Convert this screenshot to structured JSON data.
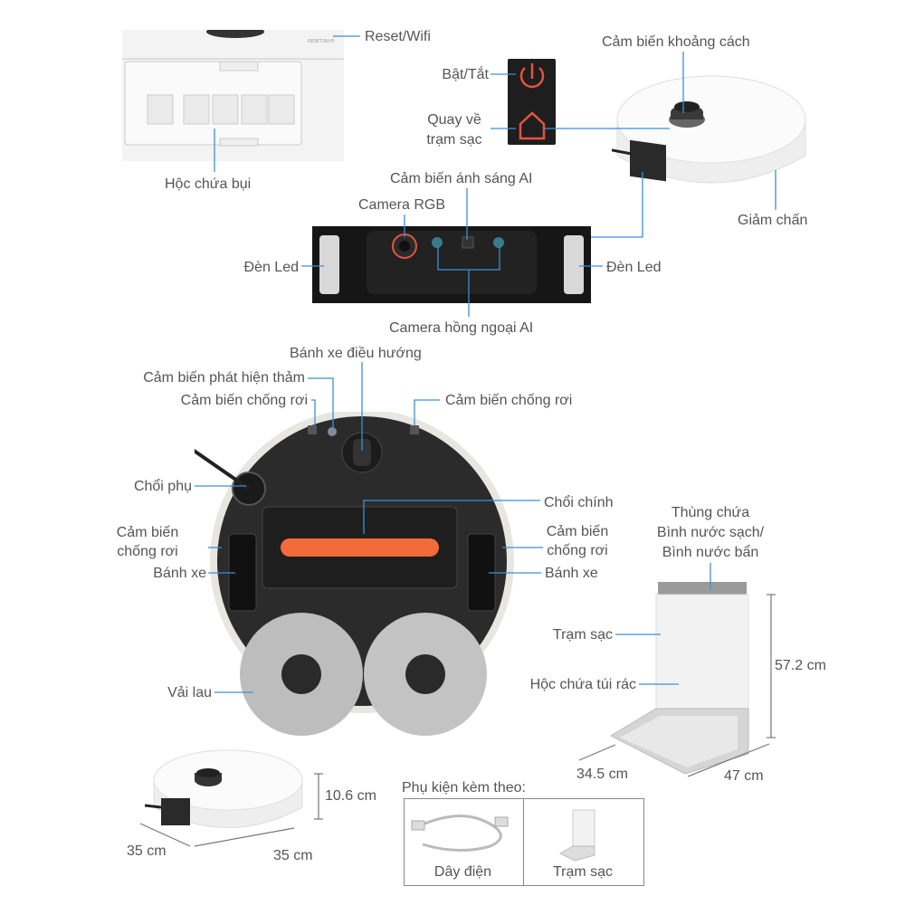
{
  "labels": {
    "reset_wifi": "Reset/Wifi",
    "hoc_chua_bui": "Hộc chứa bụi",
    "bat_tat": "Bật/Tắt",
    "quay_ve_line1": "Quay về",
    "quay_ve_line2": "trạm sạc",
    "cam_bien_khoang_cach": "Cảm biến khoảng cách",
    "giam_chan": "Giảm chấn",
    "cam_bien_anh_sang_ai": "Cảm biến ánh sáng AI",
    "camera_rgb": "Camera RGB",
    "den_led_left": "Đèn Led",
    "den_led_right": "Đèn Led",
    "camera_hong_ngoai_ai": "Camera hồng ngoại AI",
    "banh_xe_dieu_huong": "Bánh xe điều hướng",
    "cam_bien_phat_hien_tham": "Cảm biến phát hiện thảm",
    "cam_bien_chong_roi_top_left": "Cảm biến chống rơi",
    "cam_bien_chong_roi_top_right": "Cảm biến chống rơi",
    "choi_phu": "Chổi phụ",
    "choi_chinh": "Chổi chính",
    "cam_bien_left_line1": "Cảm biến",
    "cam_bien_left_line2": "chống rơi",
    "cam_bien_right_line1": "Cảm biến",
    "cam_bien_right_line2": "chống rơi",
    "banh_xe_left": "Bánh xe",
    "banh_xe_right": "Bánh xe",
    "vai_lau": "Vải lau",
    "thung_chua_line1": "Thùng chứa",
    "thung_chua_line2": "Bình nước sạch/",
    "thung_chua_line3": "Bình nước bẩn",
    "tram_sac": "Trạm sạc",
    "hoc_chua_tui_rac": "Hộc chứa túi rác",
    "height_station": "57.2 cm",
    "depth_station": "34.5 cm",
    "width_station": "47 cm",
    "height_robot": "10.6 cm",
    "depth_robot": "35 cm",
    "width_robot": "35 cm",
    "phu_kien": "Phụ kiện kèm theo:",
    "day_dien": "Dây điện",
    "tram_sac_accessory": "Trạm sạc"
  },
  "colors": {
    "callout_line": "#3d8fd6",
    "brush_orange": "#f26c3a",
    "robot_dark": "#2b2b2b",
    "text": "#555555"
  }
}
